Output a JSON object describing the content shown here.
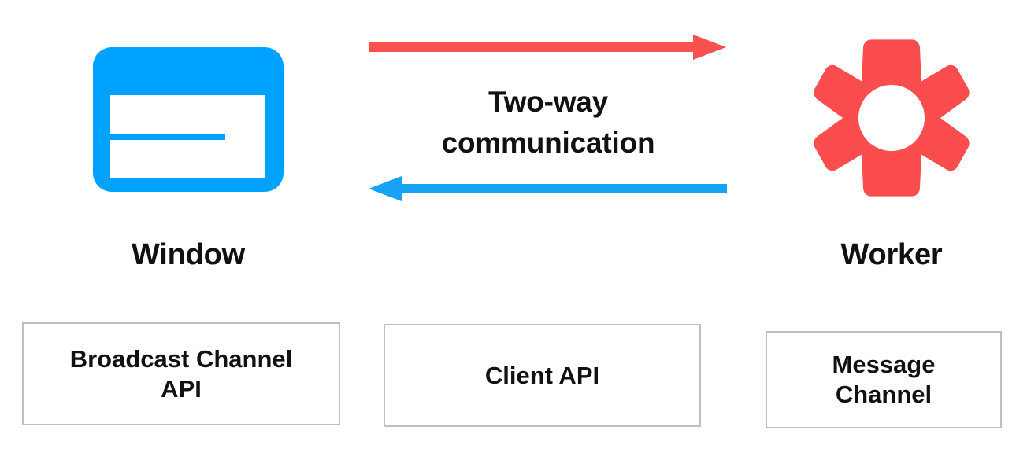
{
  "diagram": {
    "title_caption": {
      "line1": "Two-way",
      "line2": "communication"
    },
    "nodes": [
      {
        "id": "window",
        "label": "Window",
        "icon": "browser-window-icon",
        "color": "#00a2ff"
      },
      {
        "id": "worker",
        "label": "Worker",
        "icon": "gear-icon",
        "color": "#fb4d4d"
      }
    ],
    "arrows": [
      {
        "id": "window-to-worker",
        "direction": "right",
        "color": "#fb5050",
        "from": "window",
        "to": "worker"
      },
      {
        "id": "worker-to-window",
        "direction": "left",
        "color": "#17a3f5",
        "from": "worker",
        "to": "window"
      }
    ],
    "api_boxes": [
      {
        "id": "broadcast-channel-api",
        "line1": "Broadcast Channel",
        "line2": "API",
        "border_color": "#bfbfbf"
      },
      {
        "id": "client-api",
        "line1": "Client API",
        "line2": "",
        "border_color": "#bfbfbf"
      },
      {
        "id": "message-channel",
        "line1": "Message",
        "line2": "Channel",
        "border_color": "#bfbfbf"
      }
    ],
    "colors": {
      "background": "#ffffff",
      "text": "#111111",
      "window_blue": "#00a2ff",
      "worker_red": "#fb4d4d",
      "arrow_red": "#fb5050",
      "arrow_blue": "#17a3f5",
      "box_border": "#bfbfbf"
    }
  }
}
